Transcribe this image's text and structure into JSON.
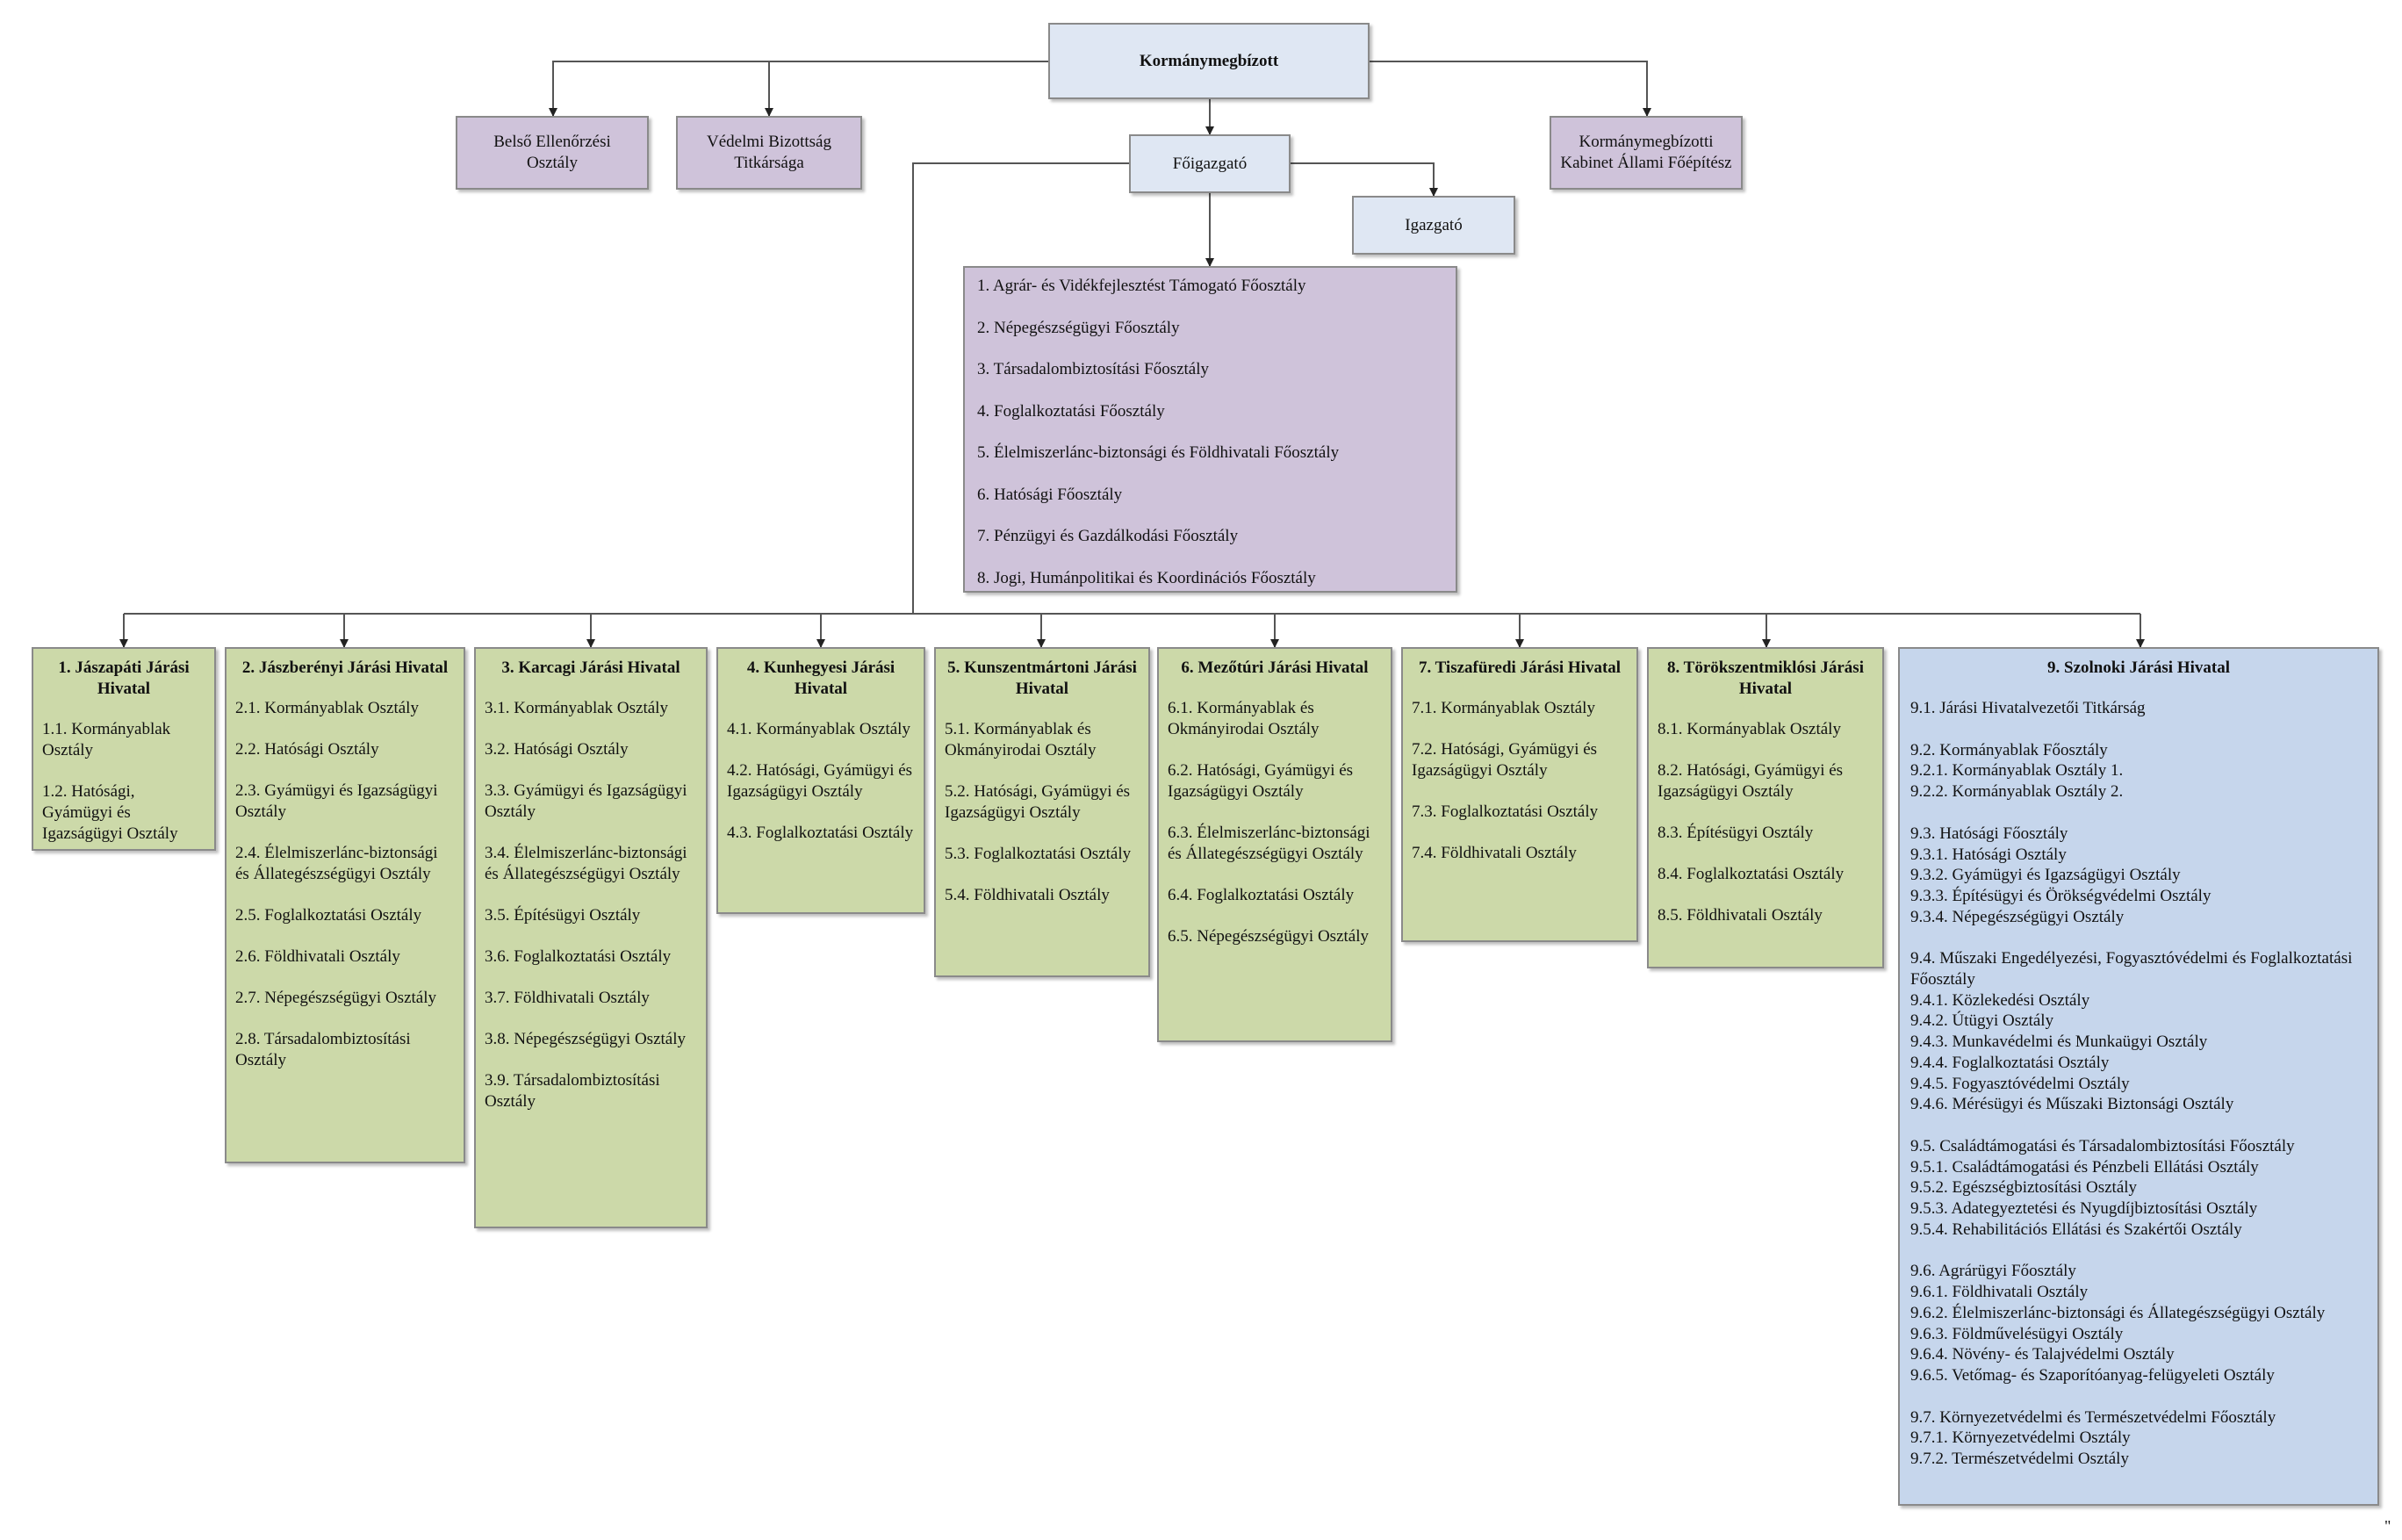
{
  "top": {
    "head": "Kormánymegbízott",
    "belso": "Belső Ellenőrzési Osztály",
    "vedelmi": "Védelmi Bizottság Titkársága",
    "kabinet": "Kormánymegbízotti Kabinet Állami Főépítész",
    "foigazgato": "Főigazgató",
    "igazgato": "Igazgató"
  },
  "foosztalyok": [
    "1. Agrár- és Vidékfejlesztést Támogató Főosztály",
    "2. Népegészségügyi Főosztály",
    "3. Társadalombiztosítási Főosztály",
    "4. Foglalkoztatási Főosztály",
    "5. Élelmiszerlánc-biztonsági és Földhivatali Főosztály",
    "6. Hatósági Főosztály",
    "7. Pénzügyi és Gazdálkodási Főosztály",
    "8. Jogi, Humánpolitikai és Koordinációs Főosztály"
  ],
  "jarasok": [
    {
      "title": "1. Jászapáti Járási Hivatal",
      "items": [
        "1.1. Kormányablak Osztály",
        "1.2. Hatósági, Gyámügyi és Igazságügyi Osztály"
      ]
    },
    {
      "title": "2. Jászberényi Járási Hivatal",
      "items": [
        "2.1. Kormányablak Osztály",
        "2.2. Hatósági Osztály",
        "2.3. Gyámügyi és Igazságügyi Osztály",
        "2.4. Élelmiszerlánc-biztonsági és Állategészségügyi Osztály",
        "2.5. Foglalkoztatási Osztály",
        "2.6. Földhivatali Osztály",
        "2.7. Népegészségügyi Osztály",
        "2.8. Társadalombiztosítási Osztály"
      ]
    },
    {
      "title": "3. Karcagi Járási Hivatal",
      "items": [
        "3.1. Kormányablak Osztály",
        "3.2. Hatósági Osztály",
        "3.3. Gyámügyi és Igazságügyi Osztály",
        "3.4. Élelmiszerlánc-biztonsági és Állategészségügyi Osztály",
        "3.5. Építésügyi Osztály",
        "3.6. Foglalkoztatási Osztály",
        "3.7. Földhivatali Osztály",
        "3.8. Népegészségügyi Osztály",
        "3.9. Társadalombiztosítási Osztály"
      ]
    },
    {
      "title": "4. Kunhegyesi Járási Hivatal",
      "items": [
        "4.1. Kormányablak Osztály",
        "4.2. Hatósági, Gyámügyi és Igazságügyi Osztály",
        "4.3. Foglalkoztatási Osztály"
      ]
    },
    {
      "title": "5. Kunszentmártoni Járási Hivatal",
      "items": [
        "5.1. Kormányablak és Okmányirodai Osztály",
        "5.2. Hatósági, Gyámügyi és Igazságügyi Osztály",
        "5.3. Foglalkoztatási Osztály",
        "5.4. Földhivatali Osztály"
      ]
    },
    {
      "title": "6. Mezőtúri Járási Hivatal",
      "items": [
        "6.1. Kormányablak és Okmányirodai Osztály",
        "6.2. Hatósági, Gyámügyi és Igazságügyi Osztály",
        "6.3. Élelmiszerlánc-biztonsági és Állategészségügyi Osztály",
        "6.4. Foglalkoztatási Osztály",
        "6.5. Népegészségügyi Osztály"
      ]
    },
    {
      "title": "7. Tiszafüredi Járási Hivatal",
      "items": [
        "7.1. Kormányablak Osztály",
        "7.2. Hatósági, Gyámügyi és Igazságügyi Osztály",
        "7.3. Foglalkoztatási Osztály",
        "7.4. Földhivatali Osztály"
      ]
    },
    {
      "title": "8. Törökszentmiklósi Járási Hivatal",
      "items": [
        "8.1. Kormányablak Osztály",
        "8.2. Hatósági, Gyámügyi és Igazságügyi Osztály",
        "8.3. Építésügyi Osztály",
        "8.4. Foglalkoztatási Osztály",
        "8.5. Földhivatali Osztály"
      ]
    }
  ],
  "szolnok": {
    "title": "9. Szolnoki Járási Hivatal",
    "groups": [
      [
        "9.1. Járási Hivatalvezetői Titkárság"
      ],
      [
        "9.2. Kormányablak Főosztály",
        "9.2.1. Kormányablak Osztály 1.",
        "9.2.2. Kormányablak Osztály 2."
      ],
      [
        "9.3. Hatósági Főosztály",
        "9.3.1. Hatósági Osztály",
        "9.3.2. Gyámügyi és Igazságügyi Osztály",
        "9.3.3. Építésügyi és Örökségvédelmi Osztály",
        "9.3.4. Népegészségügyi Osztály"
      ],
      [
        "9.4. Műszaki Engedélyezési, Fogyasztóvédelmi és Foglalkoztatási Főosztály",
        "9.4.1. Közlekedési Osztály",
        "9.4.2. Útügyi Osztály",
        "9.4.3. Munkavédelmi és Munkaügyi Osztály",
        "9.4.4. Foglalkoztatási Osztály",
        "9.4.5. Fogyasztóvédelmi Osztály",
        "9.4.6. Mérésügyi és Műszaki Biztonsági Osztály"
      ],
      [
        "9.5. Családtámogatási és Társadalombiztosítási Főosztály",
        "9.5.1. Családtámogatási és Pénzbeli Ellátási Osztály",
        "9.5.2. Egészségbiztosítási Osztály",
        "9.5.3. Adategyeztetési és Nyugdíjbiztosítási Osztály",
        "9.5.4. Rehabilitációs Ellátási és Szakértői Osztály"
      ],
      [
        "9.6. Agrárügyi Főosztály",
        "9.6.1. Földhivatali Osztály",
        "9.6.2. Élelmiszerlánc-biztonsági és Állategészségügyi Osztály",
        "9.6.3. Földművelésügyi Osztály",
        "9.6.4. Növény- és Talajvédelmi Osztály",
        "9.6.5. Vetőmag- és Szaporítóanyag-felügyeleti Osztály"
      ],
      [
        "9.7. Környezetvédelmi és Természetvédelmi Főosztály",
        "9.7.1. Környezetvédelmi Osztály",
        "9.7.2. Természetvédelmi Osztály"
      ]
    ]
  },
  "corner_mark": "\"",
  "colors": {
    "line": "#555555",
    "blue_box": "#dfe7f3",
    "purple_box": "#cfc3da",
    "green_box": "#ccd9a9",
    "szolnok_box": "#c6d6ec"
  }
}
